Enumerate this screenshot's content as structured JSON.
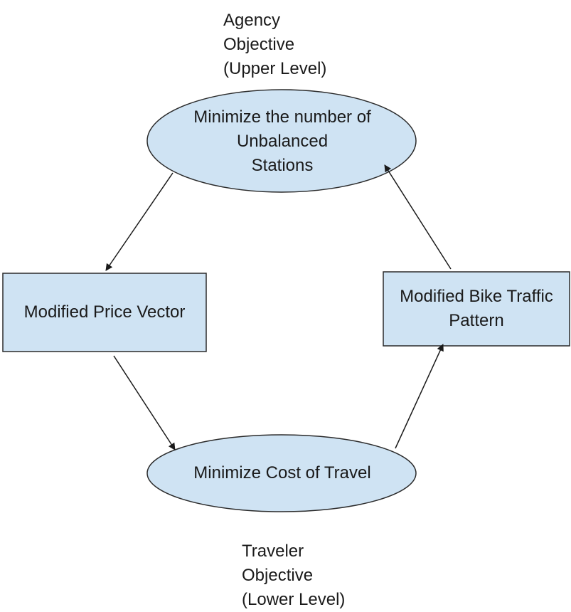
{
  "diagram": {
    "upper_level_label": [
      "Agency",
      "Objective",
      "(Upper Level)"
    ],
    "lower_level_label": [
      "Traveler",
      "Objective",
      "(Lower Level)"
    ],
    "nodes": {
      "upper_objective": {
        "shape": "ellipse",
        "lines": [
          "Minimize the number of",
          "Unbalanced",
          "Stations"
        ]
      },
      "price_vector": {
        "shape": "rectangle",
        "lines": [
          "Modified Price Vector"
        ]
      },
      "traffic_pattern": {
        "shape": "rectangle",
        "lines": [
          "Modified Bike Traffic",
          "Pattern"
        ]
      },
      "lower_objective": {
        "shape": "ellipse",
        "lines": [
          "Minimize Cost of Travel"
        ]
      }
    },
    "edges": [
      {
        "from": "upper_objective",
        "to": "price_vector"
      },
      {
        "from": "price_vector",
        "to": "lower_objective"
      },
      {
        "from": "lower_objective",
        "to": "traffic_pattern"
      },
      {
        "from": "traffic_pattern",
        "to": "upper_objective"
      }
    ],
    "colors": {
      "node_fill": "#cfe3f3",
      "node_stroke": "#2b2b2b",
      "edge": "#1a1a1a",
      "text": "#1a1a1a"
    }
  }
}
